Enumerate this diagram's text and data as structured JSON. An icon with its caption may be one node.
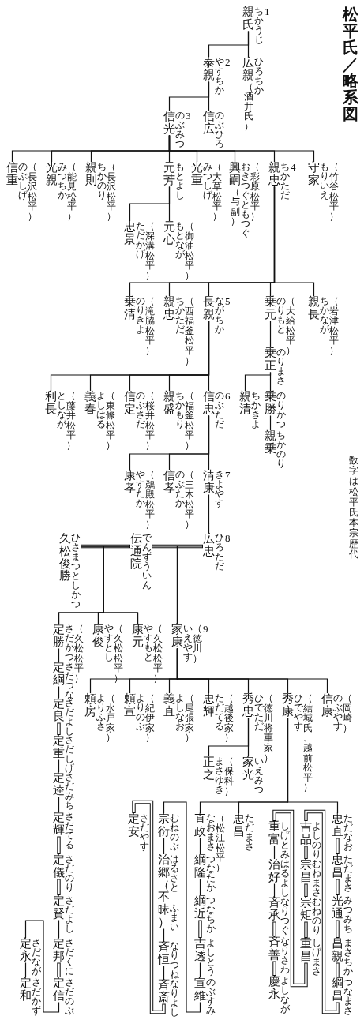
{
  "diagram": {
    "title": "松平氏／略系図",
    "nodes": [
      {
        "text": [
          "親氏",
          "ちかうじ"
        ],
        "beside": [
          "1"
        ]
      },
      {
        "text": [
          "泰親",
          "やすちか"
        ],
        "beside": [
          "2"
        ]
      },
      {
        "text": [
          "広親",
          "ひろちか",
          "（酒井氏）"
        ]
      },
      {
        "text": [
          "信光",
          "のぶみつ"
        ],
        "beside": [
          "3"
        ]
      },
      {
        "text": [
          "信広",
          "のぶひろ"
        ]
      },
      {
        "text": [
          "信重",
          "のぶしげ",
          "（長沢松平）"
        ]
      },
      {
        "text": [
          "光親",
          "みつちか",
          "（能見松平）"
        ]
      },
      {
        "text": [
          "親則",
          "ちかのり",
          "（長沢松平）"
        ]
      },
      {
        "text": [
          "元芳",
          "もとよし"
        ]
      },
      {
        "text": [
          "光重",
          "みつしげ",
          "（大草松平）"
        ]
      },
      {
        "text": [
          "興嗣",
          "おきつぐ",
          "（彩原松平）",
          "（与副）",
          "ともつぐ"
        ]
      },
      {
        "text": [
          "親忠",
          "ちかただ"
        ],
        "beside": [
          "4"
        ]
      },
      {
        "text": [
          "守家",
          "もりいえ",
          "（竹谷松平）"
        ]
      },
      {
        "text": [
          "忠景",
          "ただかげ",
          "（深溝松平）"
        ]
      },
      {
        "text": [
          "元心",
          "もとなが",
          "（御油松平）"
        ]
      },
      {
        "text": [
          "乗清",
          "のりきよ",
          "（滝脇松平）"
        ]
      },
      {
        "text": [
          "親忠",
          "ちかただ",
          "（西福釜松平）"
        ]
      },
      {
        "text": [
          "長親",
          "ながちか"
        ],
        "beside": [
          "5"
        ]
      },
      {
        "text": [
          "乗元",
          "のりもと",
          "（大給松平）"
        ]
      },
      {
        "text": [
          "親長",
          "ちかなが",
          "（岩津松平）"
        ]
      },
      {
        "text": [
          "乗正",
          "のりまさ"
        ]
      },
      {
        "text": [
          "利長",
          "としなが",
          "（藤井松平）"
        ]
      },
      {
        "text": [
          "義春",
          "よしはる",
          "（東條松平）"
        ]
      },
      {
        "text": [
          "信定",
          "のぶさだ",
          "（桜井松平）"
        ]
      },
      {
        "text": [
          "親盛",
          "ちかもり",
          "（福釜松平）"
        ]
      },
      {
        "text": [
          "信忠",
          "のぶただ"
        ],
        "beside": [
          "6"
        ]
      },
      {
        "text": [
          "親清",
          "ちかきよ"
        ]
      },
      {
        "text": [
          "乗勝",
          "のりかつ"
        ]
      },
      {
        "text": [
          "親乗",
          "ちかのり"
        ]
      },
      {
        "text": [
          "康孝",
          "やすたか",
          "（鵜殿松平）"
        ]
      },
      {
        "text": [
          "信孝",
          "のぶたか",
          "（三木松平）"
        ]
      },
      {
        "text": [
          "清康",
          "きよやす"
        ],
        "beside": [
          "7"
        ]
      },
      {
        "text": [
          "久松俊勝",
          "ひさまつとしかつ"
        ]
      },
      {
        "text": [
          "伝通院",
          "でんずういん"
        ]
      },
      {
        "text": [
          "広忠",
          "ひろただ"
        ],
        "beside": [
          "8"
        ]
      },
      {
        "text": [
          "定勝",
          "さだかつ",
          "（久松松平）"
        ]
      },
      {
        "text": [
          "康俊",
          "やすとし",
          "（久松松平）"
        ]
      },
      {
        "text": [
          "康元",
          "やすもと",
          "（久松松平）"
        ]
      },
      {
        "text": [
          "家康",
          "いえやす",
          "（徳川）"
        ],
        "beside": [
          "9"
        ]
      },
      {
        "text": [
          "定綱",
          "さだつな"
        ]
      },
      {
        "text": [
          "頼房",
          "よりふさ",
          "（水戸家）"
        ]
      },
      {
        "text": [
          "頼宣",
          "よりのぶ",
          "（紀伊家）"
        ]
      },
      {
        "text": [
          "義直",
          "よしなお",
          "（尾張家）"
        ]
      },
      {
        "text": [
          "忠輝",
          "ただてる",
          "（越後家）"
        ]
      },
      {
        "text": [
          "秀忠",
          "ひでただ",
          "（徳川将軍家）"
        ]
      },
      {
        "text": [
          "秀康",
          "ひでやす",
          "（結城氏、越前松平）"
        ]
      },
      {
        "text": [
          "信康",
          "のぶやす",
          "（岡崎）"
        ]
      },
      {
        "text": [
          "定良",
          "さだよし"
        ]
      },
      {
        "text": [
          "定重",
          "さだしげ"
        ]
      },
      {
        "text": [
          "正之",
          "まさゆき",
          "（保科）"
        ]
      },
      {
        "text": [
          "家光",
          "いえみつ"
        ]
      },
      {
        "text": [
          "定逵",
          "さだみち"
        ]
      },
      {
        "text": [
          "定安",
          "さだやす"
        ]
      },
      {
        "text": [
          "宗衍",
          "むねのぶ"
        ]
      },
      {
        "text": [
          "直政",
          "なおまさ",
          "（松江松平）"
        ]
      },
      {
        "text": [
          "忠昌",
          "ただまさ"
        ]
      },
      {
        "text": [
          "重富",
          "しげとみ"
        ]
      },
      {
        "text": [
          "吉品",
          "よしのり"
        ]
      },
      {
        "text": [
          "忠直",
          "ただなお"
        ]
      },
      {
        "text": [
          "定輝",
          "さだてる"
        ]
      },
      {
        "text": [
          "治郷（不昧）",
          "はるさと",
          "ふまい"
        ]
      },
      {
        "text": [
          "綱隆",
          "つなたか"
        ]
      },
      {
        "text": [
          "治好",
          "はるよし"
        ]
      },
      {
        "text": [
          "宗昌",
          "むねまさ"
        ]
      },
      {
        "text": [
          "忠昌",
          "ただまさ"
        ]
      },
      {
        "text": [
          "定儀",
          "さだのり"
        ]
      },
      {
        "text": [
          "光通",
          "みつみち"
        ]
      },
      {
        "text": [
          "定賢",
          "さだよし"
        ]
      },
      {
        "text": [
          "綱近",
          "つなちか"
        ]
      },
      {
        "text": [
          "宗矩",
          "むねのり"
        ]
      },
      {
        "text": [
          "斉承",
          "なりつぐ"
        ]
      },
      {
        "text": [
          "定永",
          "さだなが"
        ]
      },
      {
        "text": [
          "定邦",
          "さだくに"
        ]
      },
      {
        "text": [
          "斉恒",
          "なりつね"
        ]
      },
      {
        "text": [
          "吉透",
          "よしとう"
        ]
      },
      {
        "text": [
          "斉善",
          "なりさわ"
        ]
      },
      {
        "text": [
          "重昌",
          "しげまさ"
        ]
      },
      {
        "text": [
          "昌親",
          "まさちか"
        ]
      },
      {
        "text": [
          "定和",
          "さだかず"
        ]
      },
      {
        "text": [
          "定信",
          "さだのぶ"
        ]
      },
      {
        "text": [
          "斉斎",
          "なりよし"
        ]
      },
      {
        "text": [
          "宣維",
          "のぶすみ"
        ]
      },
      {
        "text": [
          "慶永",
          "よしなが"
        ]
      },
      {
        "text": [
          "綱昌",
          "つなまさ"
        ]
      }
    ],
    "edges": [
      {
        "from": 0,
        "to": 1,
        "arrow": "none"
      },
      {
        "from": 0,
        "to": 2,
        "arrow": "none"
      },
      {
        "from": 1,
        "to": 3,
        "arrow": "none"
      },
      {
        "from": 1,
        "to": 4,
        "arrow": "none"
      },
      {
        "from": 3,
        "to": 5,
        "arrow": "none"
      },
      {
        "from": 3,
        "to": 6,
        "arrow": "none"
      },
      {
        "from": 3,
        "to": 7,
        "arrow": "none"
      },
      {
        "from": 3,
        "to": 8,
        "arrow": "none"
      },
      {
        "from": 3,
        "to": 9,
        "arrow": "none"
      },
      {
        "from": 3,
        "to": 10,
        "arrow": "none"
      },
      {
        "from": 3,
        "to": 11,
        "arrow": "none"
      },
      {
        "from": 3,
        "to": 12,
        "arrow": "none"
      },
      {
        "from": 8,
        "to": 13,
        "arrow": "none"
      },
      {
        "from": 8,
        "to": 14,
        "arrow": "none"
      },
      {
        "from": 11,
        "to": 15,
        "arrow": "none"
      },
      {
        "from": 11,
        "to": 16,
        "arrow": "none"
      },
      {
        "from": 11,
        "to": 17,
        "arrow": "none"
      },
      {
        "from": 11,
        "to": 18,
        "arrow": "none"
      },
      {
        "from": 11,
        "to": 19,
        "arrow": "none"
      },
      {
        "from": 18,
        "to": 20,
        "arrow": "none"
      },
      {
        "from": 17,
        "to": 21,
        "arrow": "none"
      },
      {
        "from": 17,
        "to": 22,
        "arrow": "none"
      },
      {
        "from": 17,
        "to": 23,
        "arrow": "none"
      },
      {
        "from": 17,
        "to": 24,
        "arrow": "none"
      },
      {
        "from": 17,
        "to": 25,
        "arrow": "none"
      },
      {
        "from": 20,
        "to": 26,
        "arrow": "none"
      },
      {
        "from": 20,
        "to": 27,
        "arrow": "none"
      },
      {
        "from": 27,
        "to": 28,
        "arrow": "none"
      },
      {
        "from": 25,
        "to": 29,
        "arrow": "none"
      },
      {
        "from": 25,
        "to": 30,
        "arrow": "none"
      },
      {
        "from": 25,
        "to": 31,
        "arrow": "none"
      },
      {
        "from": 31,
        "to": 34,
        "arrow": "none"
      },
      {
        "from": 32,
        "to": 33,
        "arrow": "none",
        "style": "thick"
      },
      {
        "from": 33,
        "to": 34,
        "arrow": "none",
        "style": "thick"
      },
      {
        "from": 32,
        "to": 35,
        "arrow": "none"
      },
      {
        "from": 32,
        "to": 36,
        "arrow": "none"
      },
      {
        "from": 32,
        "to": 37,
        "arrow": "none"
      },
      {
        "from": 33,
        "to": 35,
        "arrow": "none"
      },
      {
        "from": 33,
        "to": 36,
        "arrow": "none"
      },
      {
        "from": 33,
        "to": 37,
        "arrow": "none"
      },
      {
        "from": 33,
        "to": 38,
        "arrow": "none"
      },
      {
        "from": 34,
        "to": 38,
        "arrow": "none"
      },
      {
        "from": 35,
        "to": 39,
        "arrow": "none"
      },
      {
        "from": 39,
        "to": 47,
        "arrow": "none"
      },
      {
        "from": 47,
        "to": 48,
        "arrow": "none",
        "style": "thick"
      },
      {
        "from": 48,
        "to": 51,
        "arrow": "none"
      },
      {
        "from": 51,
        "to": 59,
        "arrow": "none"
      },
      {
        "from": 59,
        "to": 65,
        "arrow": "none",
        "style": "thick"
      },
      {
        "from": 65,
        "to": 67,
        "arrow": "none",
        "style": "thick"
      },
      {
        "from": 67,
        "to": 72,
        "arrow": "none"
      },
      {
        "from": 72,
        "to": 79,
        "arrow": "none",
        "style": "thick"
      },
      {
        "from": 79,
        "to": 71,
        "arrow": "none"
      },
      {
        "from": 71,
        "to": 78,
        "arrow": "none"
      },
      {
        "from": 38,
        "to": 40,
        "arrow": "none"
      },
      {
        "from": 38,
        "to": 41,
        "arrow": "none"
      },
      {
        "from": 38,
        "to": 42,
        "arrow": "none"
      },
      {
        "from": 38,
        "to": 43,
        "arrow": "none"
      },
      {
        "from": 38,
        "to": 44,
        "arrow": "none"
      },
      {
        "from": 38,
        "to": 45,
        "arrow": "none"
      },
      {
        "from": 38,
        "to": 46,
        "arrow": "none"
      },
      {
        "from": 44,
        "to": 49,
        "arrow": "none"
      },
      {
        "from": 44,
        "to": 50,
        "arrow": "none"
      },
      {
        "from": 45,
        "to": 54,
        "arrow": "none"
      },
      {
        "from": 45,
        "to": 55,
        "arrow": "none"
      },
      {
        "from": 45,
        "to": 58,
        "arrow": "none"
      },
      {
        "from": 54,
        "to": 61,
        "arrow": "none"
      },
      {
        "from": 61,
        "to": 68,
        "arrow": "none"
      },
      {
        "from": 68,
        "to": 74,
        "arrow": "none",
        "style": "thick"
      },
      {
        "from": 74,
        "to": 81,
        "arrow": "none"
      },
      {
        "from": 81,
        "to": 53,
        "arrow": "none"
      },
      {
        "from": 53,
        "to": 60,
        "arrow": "none"
      },
      {
        "from": 60,
        "to": 73,
        "arrow": "none"
      },
      {
        "from": 73,
        "to": 80,
        "arrow": "none"
      },
      {
        "from": 80,
        "to": 52,
        "arrow": "none",
        "style": "thick"
      },
      {
        "from": 58,
        "to": 64,
        "arrow": "none",
        "style": "thick"
      },
      {
        "from": 64,
        "to": 66,
        "arrow": "none",
        "style": "thick"
      },
      {
        "from": 66,
        "to": 77,
        "arrow": "none",
        "style": "thick"
      },
      {
        "from": 77,
        "to": 83,
        "arrow": "none",
        "style": "thick"
      },
      {
        "from": 83,
        "to": 57,
        "arrow": "none",
        "style": "thick"
      },
      {
        "from": 57,
        "to": 63,
        "arrow": "none",
        "style": "thick"
      },
      {
        "from": 63,
        "to": 69,
        "arrow": "none",
        "style": "thick"
      },
      {
        "from": 69,
        "to": 76,
        "arrow": "none",
        "style": "thick"
      },
      {
        "from": 76,
        "to": 56,
        "arrow": "none",
        "style": "thick"
      },
      {
        "from": 56,
        "to": 62,
        "arrow": "none"
      },
      {
        "from": 62,
        "to": 70,
        "arrow": "none"
      },
      {
        "from": 70,
        "to": 75,
        "arrow": "none",
        "style": "thick"
      },
      {
        "from": 75,
        "to": 82,
        "arrow": "none",
        "style": "thick"
      }
    ],
    "labels": [
      "数字は松平氏本宗歴代"
    ]
  }
}
